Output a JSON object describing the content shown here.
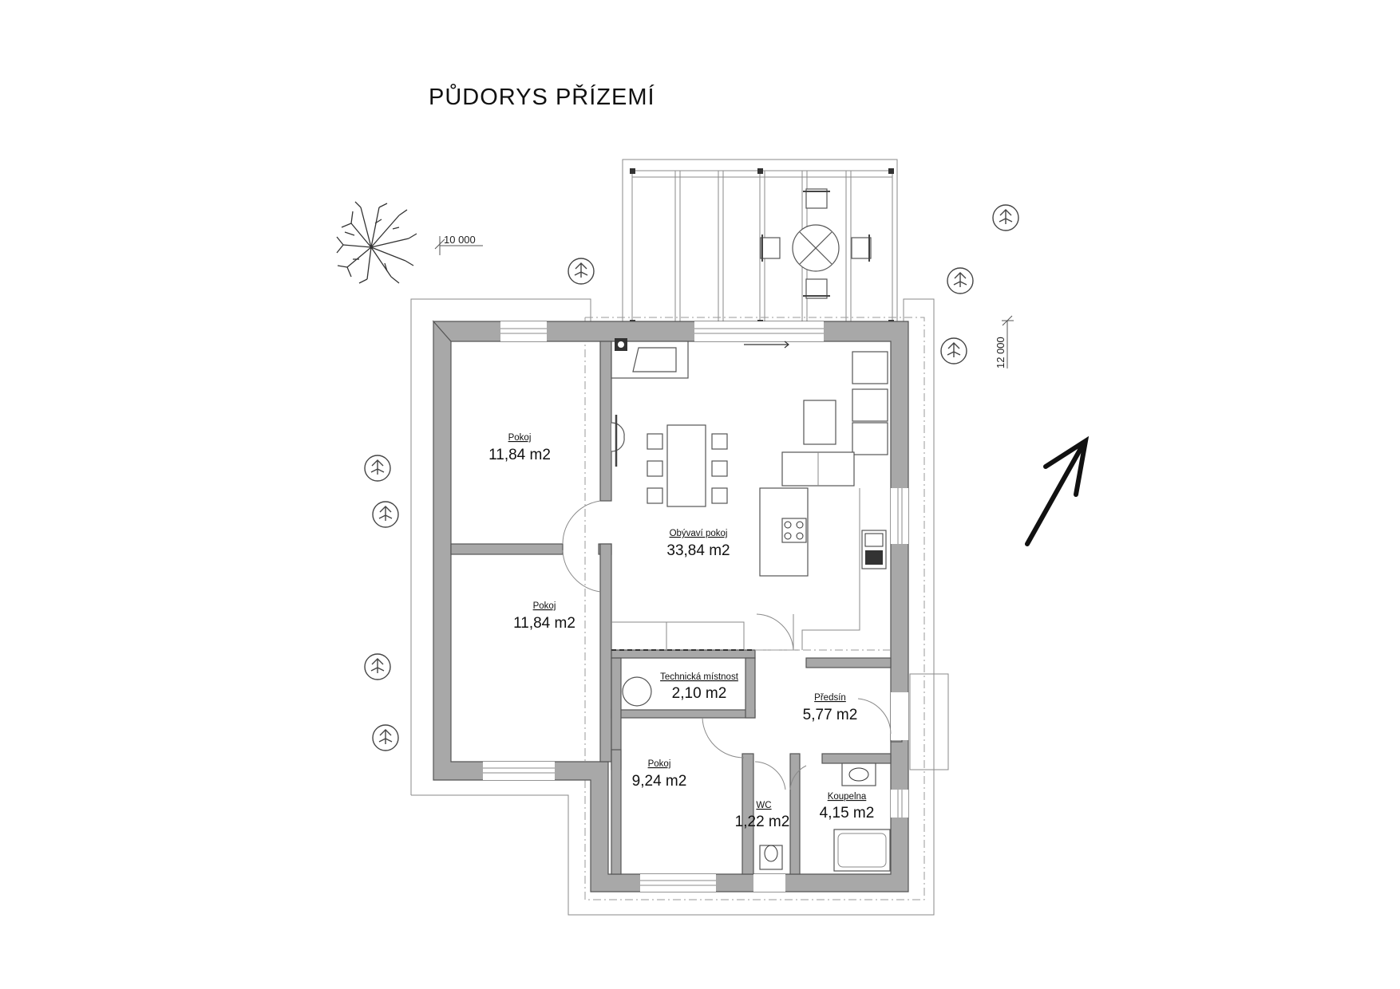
{
  "title": "PŮDORYS  PŘÍZEMÍ",
  "dimensions": {
    "width_label": "10 000",
    "depth_label": "12 000"
  },
  "rooms": [
    {
      "name": "Pokoj",
      "area": "11,84 m2"
    },
    {
      "name": "Pokoj",
      "area": "11,84 m2"
    },
    {
      "name": "Obývaví pokoj",
      "area": "33,84 m2"
    },
    {
      "name": "Technická místnost",
      "area": "2,10 m2"
    },
    {
      "name": "Předsín",
      "area": "5,77 m2"
    },
    {
      "name": "Pokoj",
      "area": "9,24 m2"
    },
    {
      "name": "WC",
      "area": "1,22 m2"
    },
    {
      "name": "Koupelna",
      "area": "4,15 m2"
    }
  ],
  "colors": {
    "wall": "#a8a8a8",
    "line": "#555555"
  },
  "icons": [
    "tree-icon",
    "shrub-icon",
    "north-arrow-icon"
  ]
}
